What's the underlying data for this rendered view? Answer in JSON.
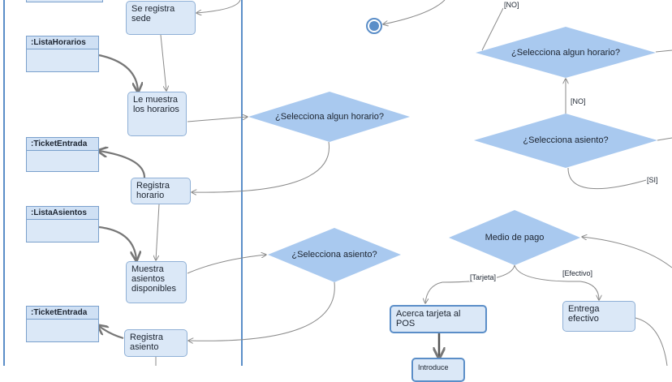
{
  "actions": [
    {
      "id": "se-registra-sede",
      "text": "Se registra sede"
    },
    {
      "id": "le-muestra-horarios",
      "text": "Le muestra los horarios"
    },
    {
      "id": "registra-horario",
      "text": "Registra horario"
    },
    {
      "id": "muestra-asientos",
      "text": "Muestra asientos disponibles"
    },
    {
      "id": "registra-asiento",
      "text": "Registra asiento"
    },
    {
      "id": "acerca-tarjeta",
      "text": "Acerca tarjeta al POS"
    },
    {
      "id": "introduce",
      "text": "Introduce"
    },
    {
      "id": "entrega-efectivo",
      "text": "Entrega efectivo"
    }
  ],
  "objects": [
    {
      "id": "lista-horarios",
      "text": ":ListaHorarios"
    },
    {
      "id": "ticket-entrada-1",
      "text": ":TicketEntrada"
    },
    {
      "id": "lista-asientos",
      "text": ":ListaAsientos"
    },
    {
      "id": "ticket-entrada-2",
      "text": ":TicketEntrada"
    }
  ],
  "decisions": [
    {
      "id": "selecciona-horario-1",
      "text": "¿Selecciona algun horario?"
    },
    {
      "id": "selecciona-asiento-1",
      "text": "¿Selecciona asiento?"
    },
    {
      "id": "selecciona-horario-2",
      "text": "¿Selecciona algun horario?"
    },
    {
      "id": "selecciona-asiento-2",
      "text": "¿Selecciona asiento?"
    },
    {
      "id": "medio-de-pago",
      "text": "Medio de pago"
    }
  ],
  "guards": {
    "no_top": "[NO]",
    "no_mid": "[NO]",
    "si": "[SI]",
    "tarjeta": "[Tarjeta]",
    "efectivo": "[Efectivo]"
  },
  "colors": {
    "node_fill": "#dbe8f7",
    "node_border": "#8fb0d6",
    "diamond_fill": "#a9c9ef",
    "lane_line": "#5b8ec8",
    "edge": "#8a8a8a"
  }
}
